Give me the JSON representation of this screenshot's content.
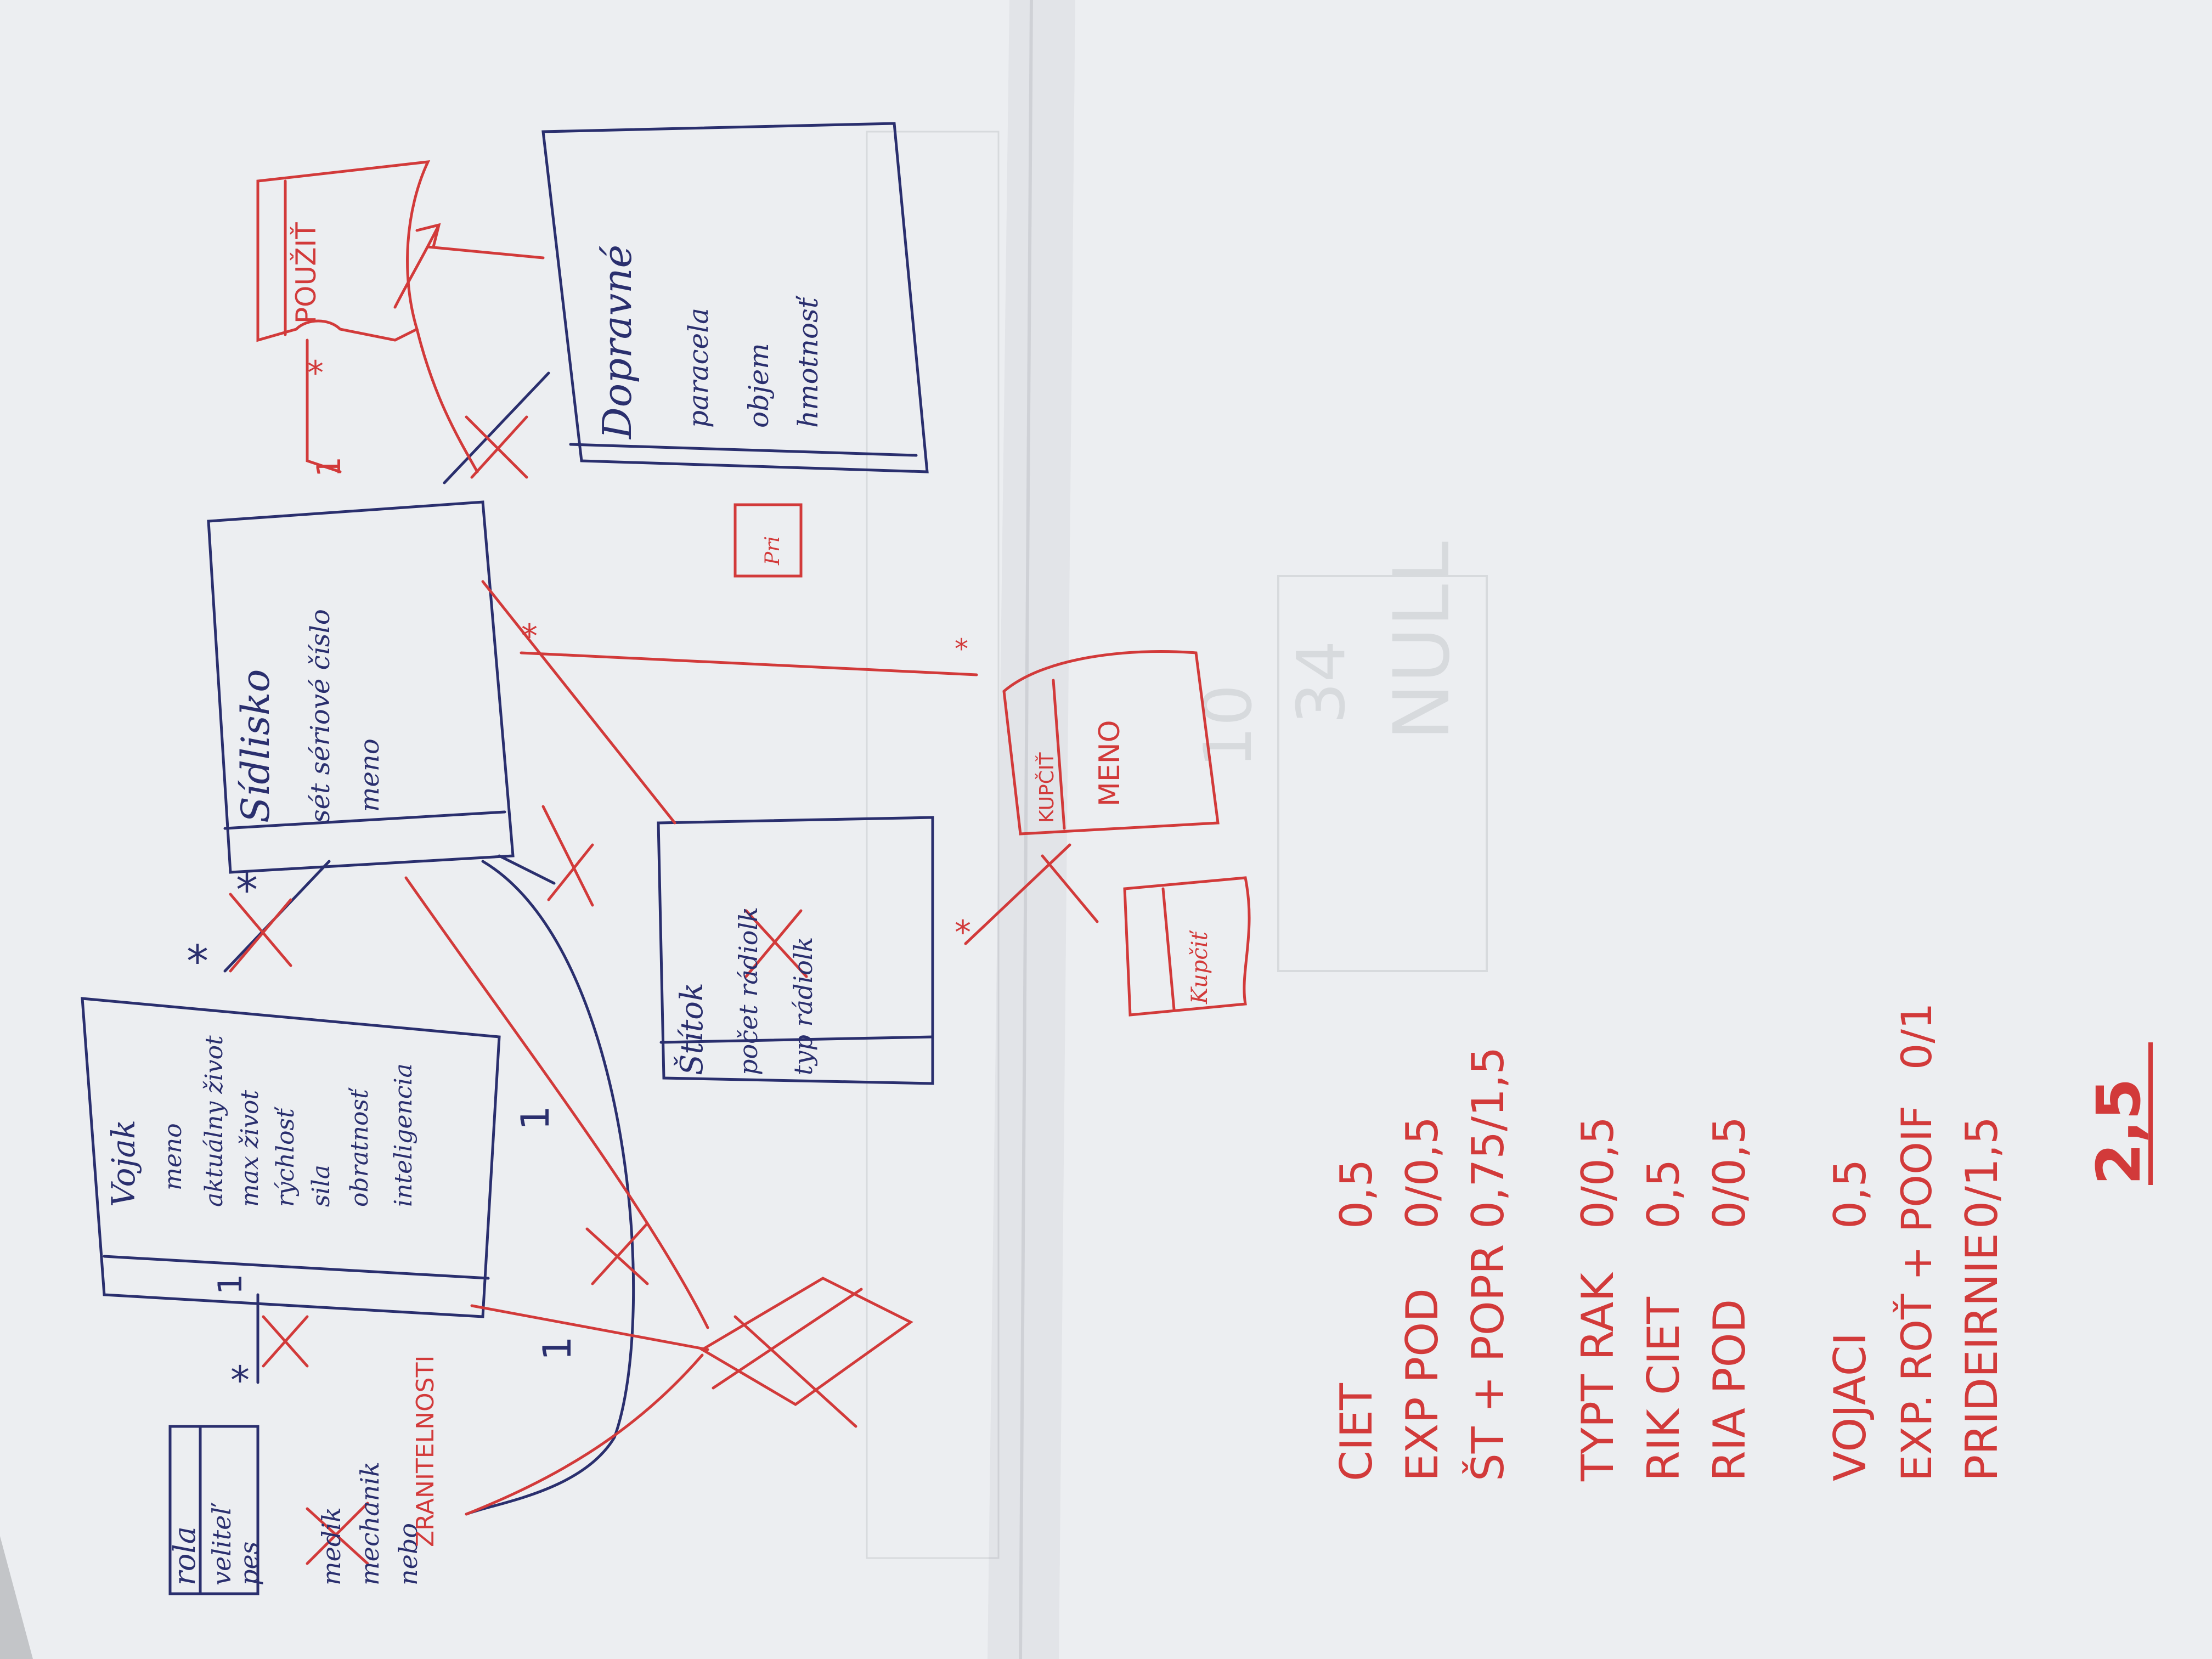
{
  "colors": {
    "paper": "#eeeff1",
    "paper_shadow": "#dcdde1",
    "background": "#c9cbce",
    "blue_ink": "#2a2f6e",
    "red_ink": "#d23a3a"
  },
  "entities": {
    "rola": {
      "title": "rola",
      "attributes": [
        "veliteľ",
        "pes",
        "medik",
        "mechanik",
        "nebo"
      ],
      "overlay": "ZRANITELNOSTI"
    },
    "vojak": {
      "title": "Vojak",
      "attributes": [
        "meno",
        "aktuálny život",
        "max život",
        "rýchlosť",
        "sila",
        "obratnosť",
        "inteligencia"
      ]
    },
    "sidlo": {
      "title": "Sídlisko",
      "attributes": [
        "sét sériové číslo",
        "meno"
      ]
    },
    "stitok": {
      "title": "Štítok",
      "attributes": [
        "počet rádiolk",
        "typ rádiolk"
      ]
    },
    "dopravne": {
      "title": "Dopravné",
      "attributes": [
        "paracela",
        "objem",
        "hmotnosť"
      ]
    },
    "pouzit": {
      "title": "POUŽIŤ"
    },
    "kupcit": {
      "title": "KUPČIŤ",
      "attribute": "MENO"
    },
    "kupcit_small": {
      "title": "Kupčiť"
    },
    "pri": {
      "title": "Pri"
    }
  },
  "cardinalities": {
    "rola_star": "*",
    "rola_one": "1",
    "vojak_star": "*",
    "vojak_one_a": "1",
    "vojak_one_b": "1",
    "sidlo_star": "*",
    "pouzit_star": "*",
    "pouzit_one": "1",
    "red_star_a": "*",
    "red_star_b": "*",
    "kupcit_star": "*"
  },
  "grading": {
    "rows": [
      {
        "label": "CIET",
        "score": "0,5"
      },
      {
        "label": "EXP POD",
        "score": "0/0,5"
      },
      {
        "label": "ŠT + POPR",
        "score": "0,75/1,5"
      },
      {
        "label": "TYPT RAK",
        "score": "0/0,5"
      },
      {
        "label": "RIK CIET",
        "score": "0,5"
      },
      {
        "label": "RIA POD",
        "score": "0/0,5"
      },
      {
        "label": "VOJACI",
        "score": "0,5"
      },
      {
        "label": "EXP. ROŤ + POOIF",
        "score": "0/1"
      },
      {
        "label": "PRIDEIRNIE",
        "score": "0/1,5"
      }
    ],
    "total": "2,5"
  },
  "faint_print": {
    "numbers": [
      "10",
      "34"
    ],
    "word": "NULL"
  }
}
